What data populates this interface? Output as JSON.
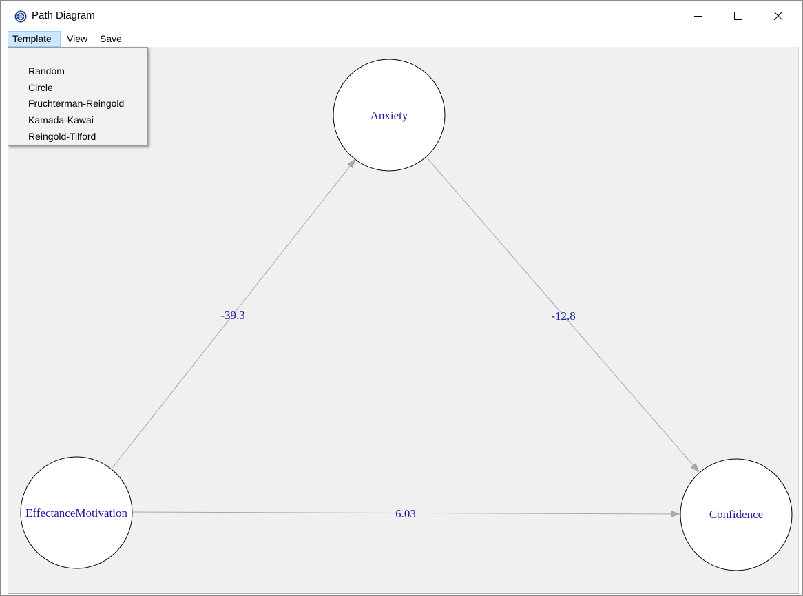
{
  "window": {
    "title": "Path Diagram"
  },
  "menubar": {
    "items": [
      "Template",
      "View",
      "Save"
    ],
    "active": "Template"
  },
  "dropdown": {
    "items": [
      "Random",
      "Circle",
      "Fruchterman-Reingold",
      "Kamada-Kawai",
      "Reingold-Tilford"
    ]
  },
  "diagram": {
    "nodes": {
      "anxiety": "Anxiety",
      "motivation": "EffectanceMotivation",
      "confidence": "Confidence"
    },
    "edges": {
      "motivation_to_anxiety": "-39.3",
      "anxiety_to_confidence": "-12.8",
      "motivation_to_confidence": "6.03"
    }
  },
  "colors": {
    "label_text": "#1c1ca0",
    "edge": "#a8a8a8",
    "canvas_bg": "#f0f0f0",
    "node_fill": "#ffffff",
    "menu_highlight": "#cce8ff"
  }
}
